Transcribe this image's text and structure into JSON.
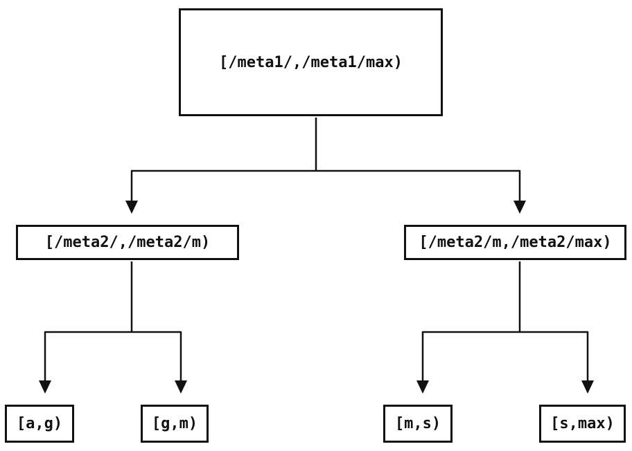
{
  "colors": {
    "ink": "#111111",
    "background": "#ffffff"
  },
  "diagram": {
    "type": "tree",
    "nodes": [
      {
        "id": "root",
        "label": "[/meta1/,/meta1/max)"
      },
      {
        "id": "meta2-low",
        "label": "[/meta2/,/meta2/m)"
      },
      {
        "id": "meta2-high",
        "label": "[/meta2/m,/meta2/max)"
      },
      {
        "id": "leaf-a-g",
        "label": "[a,g)"
      },
      {
        "id": "leaf-g-m",
        "label": "[g,m)"
      },
      {
        "id": "leaf-m-s",
        "label": "[m,s)"
      },
      {
        "id": "leaf-s-max",
        "label": "[s,max)"
      }
    ],
    "edges": [
      {
        "from": "root",
        "to": "meta2-low"
      },
      {
        "from": "root",
        "to": "meta2-high"
      },
      {
        "from": "meta2-low",
        "to": "leaf-a-g"
      },
      {
        "from": "meta2-low",
        "to": "leaf-g-m"
      },
      {
        "from": "meta2-high",
        "to": "leaf-m-s"
      },
      {
        "from": "meta2-high",
        "to": "leaf-s-max"
      }
    ]
  }
}
